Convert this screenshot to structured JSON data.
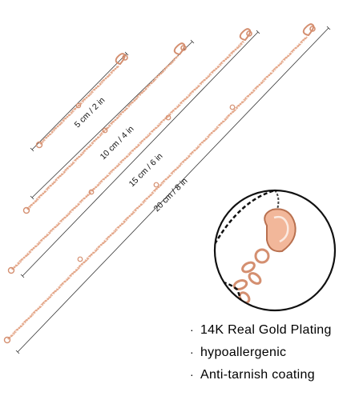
{
  "image": {
    "subject": "rose-gold-necklace-extender-chains",
    "background": "#ffffff",
    "chain_color": "#e7a98c",
    "chain_dark": "#c98466"
  },
  "measurements": [
    {
      "id": "5cm",
      "label": "5 cm / 2 in"
    },
    {
      "id": "10cm",
      "label": "10 cm / 4 in"
    },
    {
      "id": "15cm",
      "label": "15 cm / 6 in"
    },
    {
      "id": "20cm",
      "label": "20 cm / 8 in"
    }
  ],
  "features": [
    {
      "text": "14K Real Gold Plating"
    },
    {
      "text": "hypoallergenic"
    },
    {
      "text": "Anti-tarnish coating"
    }
  ]
}
